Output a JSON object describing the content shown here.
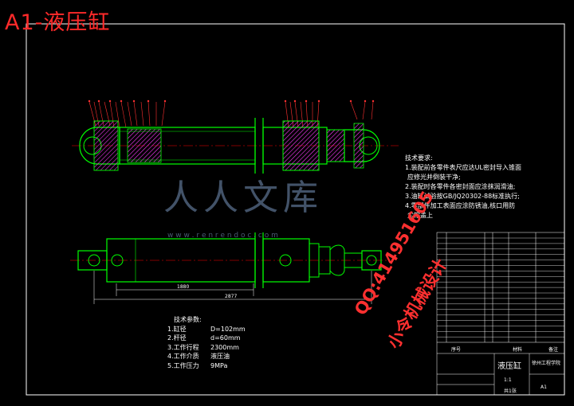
{
  "header": {
    "title": "A1-液压缸"
  },
  "tech_requirements": {
    "heading": "技术要求:",
    "lines": [
      "1.装配前各零件表尺应达UL密封导入锥面",
      "应修光并倒装干净;",
      "2.装配时各零件各密封面应涂抹润滑油;",
      "3.油缸试验按GB/JQ20302-88标准执行;",
      "4.零部件加工表面应涂防锈油,核口用防",
      "尘帽盖上"
    ]
  },
  "tech_params": {
    "heading": "技术参数:",
    "rows": [
      {
        "k": "1.缸径",
        "v": "D=102mm"
      },
      {
        "k": "2.杆径",
        "v": "d=60mm"
      },
      {
        "k": "3.工作行程",
        "v": "2300mm"
      },
      {
        "k": "4.工作介质",
        "v": "液压油"
      },
      {
        "k": "5.工作压力",
        "v": "9MPa"
      }
    ]
  },
  "dimensions": {
    "d1": "1880",
    "d2": "2877"
  },
  "watermark": {
    "brand": "人人文库",
    "url": "w w w . r e n r e n d o c . c o m"
  },
  "overlay": {
    "qq": "QQ:414951605",
    "name": "小令机械设计"
  },
  "title_block": {
    "drawing_name": "液压缸",
    "school": "徐州工程学院",
    "seq_label": "序号",
    "material_label": "材料",
    "note_label": "备注",
    "scale": "1:1",
    "sheet": "A1",
    "count": "共1张"
  },
  "colors": {
    "outline": "#00ff00",
    "hatch": "#ff3cff",
    "leader": "#ff3030",
    "border": "#ffffff",
    "center": "#ff0000",
    "red_text": "#ff2a2a"
  }
}
